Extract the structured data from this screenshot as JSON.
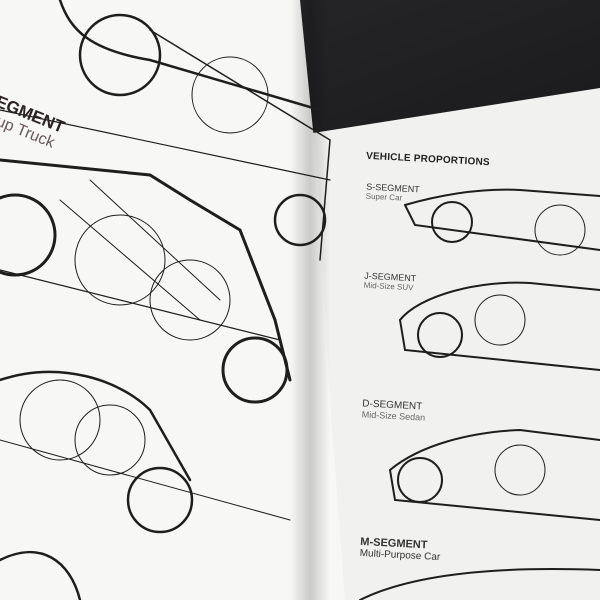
{
  "left_page": {
    "segment_label": "EGMENT",
    "segment_sub": "up Truck"
  },
  "right_page": {
    "title": "VEHICLE PROPORTIONS",
    "segments": [
      {
        "name": "S-SEGMENT",
        "type": "Super Car"
      },
      {
        "name": "J-SEGMENT",
        "type": "Mid-Size SUV"
      },
      {
        "name": "D-SEGMENT",
        "type": "Mid-Size Sedan"
      },
      {
        "name": "M-SEGMENT",
        "type": "Multi-Purpose Car"
      }
    ]
  }
}
